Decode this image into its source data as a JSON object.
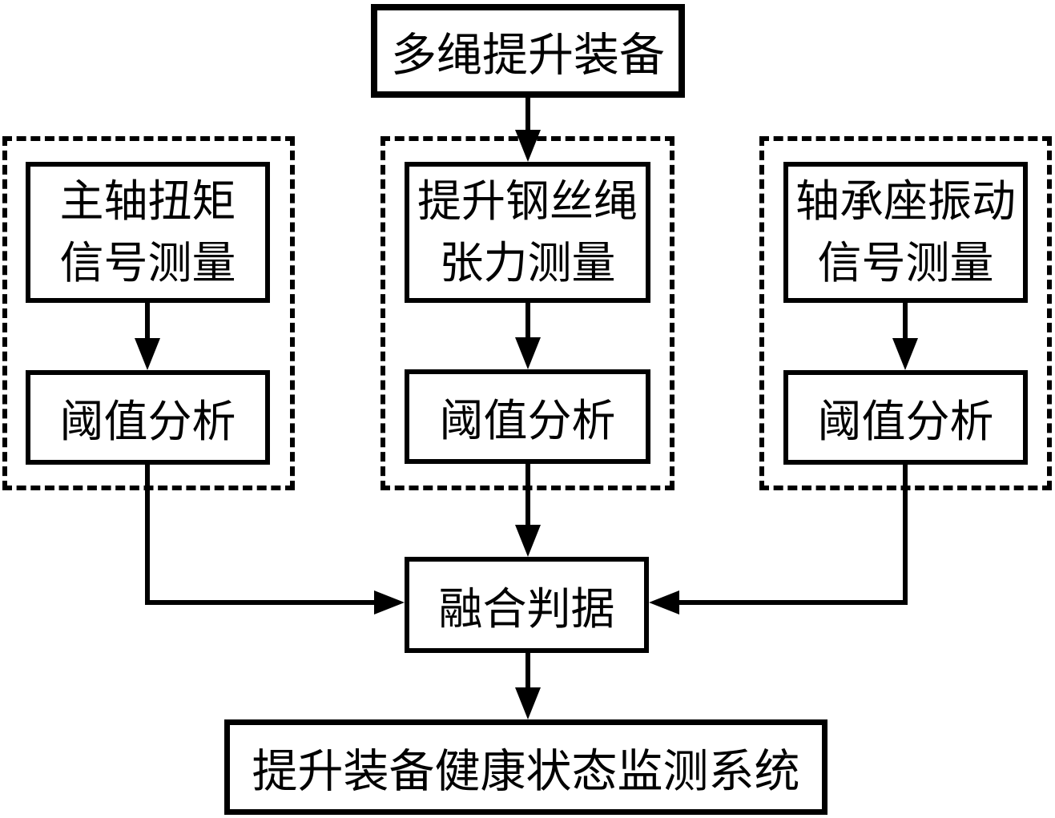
{
  "diagram": {
    "colors": {
      "line": "#000000",
      "background": "#ffffff"
    },
    "nodes": {
      "top": {
        "label": "多绳提升装备"
      },
      "measure_left": {
        "line1": "主轴扭矩",
        "line2": "信号测量"
      },
      "measure_mid": {
        "line1": "提升钢丝绳",
        "line2": "张力测量"
      },
      "measure_right": {
        "line1": "轴承座振动",
        "line2": "信号测量"
      },
      "threshold_left": {
        "label": "阈值分析"
      },
      "threshold_mid": {
        "label": "阈值分析"
      },
      "threshold_right": {
        "label": "阈值分析"
      },
      "fusion": {
        "label": "融合判据"
      },
      "bottom": {
        "label": "提升装备健康状态监测系统"
      }
    }
  }
}
